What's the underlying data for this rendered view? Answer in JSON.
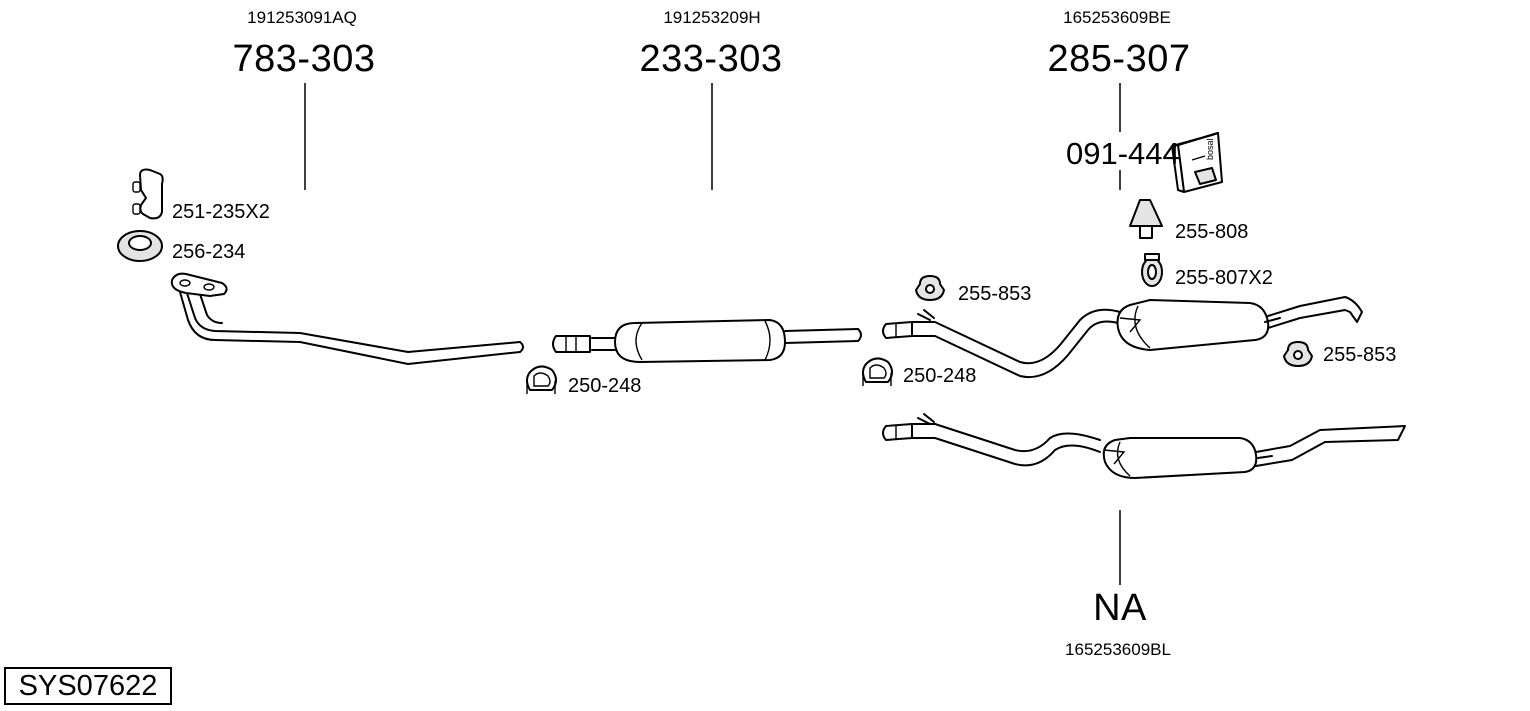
{
  "diagram_id": "SYS07622",
  "parts": [
    {
      "oe": "191253091AQ",
      "part": "783-303"
    },
    {
      "oe": "191253209H",
      "part": "233-303"
    },
    {
      "oe": "165253609BE",
      "part": "285-307"
    },
    {
      "oe": "165253609BL",
      "part": "NA"
    }
  ],
  "mounting_kit": "091-444",
  "kit_box_label": "bosal",
  "accessories": [
    {
      "label": "251-235X2",
      "icon": "gasket-bracket-icon"
    },
    {
      "label": "256-234",
      "icon": "flange-ring-icon"
    },
    {
      "label": "250-248",
      "icon": "pipe-clamp-icon"
    },
    {
      "label": "250-248",
      "icon": "pipe-clamp-icon"
    },
    {
      "label": "255-853",
      "icon": "rubber-hanger-icon"
    },
    {
      "label": "255-808",
      "icon": "rubber-mount-icon"
    },
    {
      "label": "255-807X2",
      "icon": "hanger-ring-icon"
    },
    {
      "label": "255-853",
      "icon": "rubber-hanger-icon"
    }
  ]
}
